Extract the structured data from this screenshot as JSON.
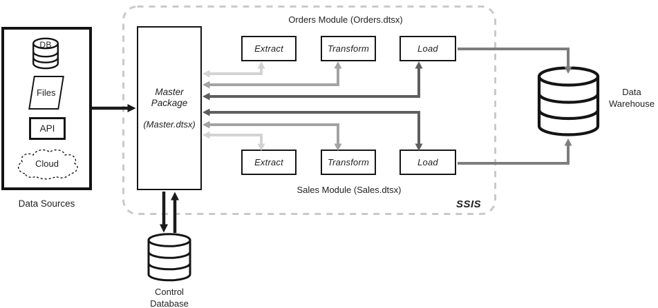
{
  "data_sources": {
    "label": "Data Sources",
    "items": [
      {
        "label": "DB"
      },
      {
        "label": "Files"
      },
      {
        "label": "API"
      },
      {
        "label": "Cloud"
      }
    ]
  },
  "ssis": {
    "label": "SSIS",
    "master_package": {
      "title": "Master Package",
      "filename": "(Master.dtsx)"
    },
    "modules": [
      {
        "label": "Orders Module (Orders.dtsx)",
        "steps": [
          "Extract",
          "Transform",
          "Load"
        ]
      },
      {
        "label": "Sales Module (Sales.dtsx)",
        "steps": [
          "Extract",
          "Transform",
          "Load"
        ]
      }
    ]
  },
  "control_database": {
    "label": "Control Database"
  },
  "data_warehouse": {
    "label": "Data Warehouse"
  },
  "colors": {
    "arrow_black": "#1a1a1a",
    "arrow_light": "#d3d3d3",
    "arrow_medium": "#a3a3a3",
    "arrow_dark": "#5e5e5e",
    "arrow_warehouse": "#7d7d7d",
    "dashed_border": "#c9c9c9"
  }
}
